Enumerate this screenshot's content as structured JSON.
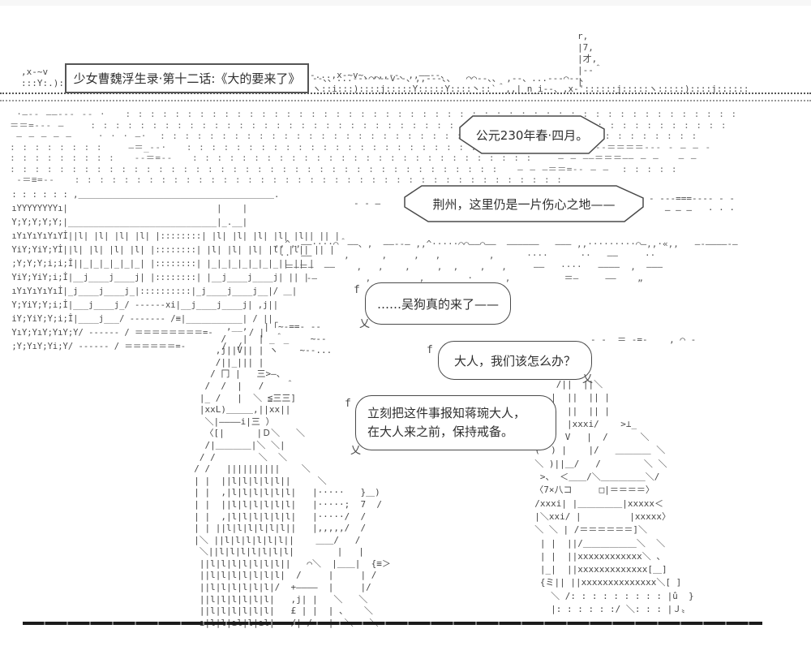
{
  "page": {
    "bg": "#ffffff",
    "ink": "#4a4a4a",
    "ink_dark": "#2f2f2f"
  },
  "title": {
    "text": "少女曹魏浮生录·第十二话:《大的要来了》"
  },
  "bubbles": {
    "date": "公元230年春·四月。",
    "jingzhou": "荆州，这里仍是一片伤心之地——",
    "wugou": "……吴狗真的来了——",
    "daren": "大人，我们该怎么办？",
    "order1": "立刻把这件事报知蒋琬大人，",
    "order2": "在大人来之前，保持戒备。",
    "tail_f": "f",
    "tail_yi": "乂"
  },
  "ascii": {
    "top_left": ",x-~v\n:::Y:.)::",
    "title_right": "-...,x-~v~、,,,--、,,——--、",
    "tower": "r,\n|7,\n|才,\n|--＾\n|",
    "cloud": "--、、...---⌒⌒--v--、,,---、、  ⌒⌒--、、 ,--、...---⌒--、\nヽ::i:::)::::j:::::Y:::::Y::::丶::`＾,,|_n_i--、,x-'::::::j:::::ヽ:::::)::::j::::::",
    "sky": "  ·—-- ——--- -- ·   : : : : : : : : : : : : : : : : : : : : : : : : : : : : : : : : : : : : : : : : : : : : : : : : : :\n ＝＝=--- —    : : : : : : : : : : : : : : : : : : : : : : : : : : : : : : : : : : : : : : : : : : : : : : : : : : : :\n  — — — — —    · · · —·  : : : : : : : : : : : : : : : : : : : : : : : : : : : : : : : : : : : : : : : : : : : :\n : : : : : : : :    —＝_--·   : : : : : : : : : : : : : : : : : : : : : : : : : : : : : :   - - --＝＝＝＝--- - — — -\n : : : : : : : : :   --＝=--   : : : : : : : : : : : : : : : : : : : : : : : : : : : :    — — ——＝＝＝—— — —   — —\n : : : : : : : : : : : : : : : : : : : : : : : : : : : : : : : : : : : : : : : :   – — –＝＝=-- – —  : : : : :\n  -＝≡=--   : : : : : : : : : : : : : : : : : : : : : : : : : : : : : : : : : : : : : : : :",
    "left_jz": "- - —",
    "scatter_jz": "- ---===---- - -\n   — — —   · · ·",
    "scatter_daren": "- -  ＝ -=-    , ⌒ -",
    "building": " : : : : : : ,＿＿＿＿＿＿＿＿＿＿＿＿＿＿＿＿＿＿＿＿＿＿＿.\n ıYYYYYYYYı|                             |    |\n Y;Y;Y;Y;Y;|_____________________________|_.__|\n ıYıYıYıYıYİ||l| |l| |l| |l| |::::::::| |l| |l| |l| |l| |l|| || |\n YiY;YiY;Yİ||l| |l| |l| |l| |::::::::| |l| |l| |l| |l| |l|| || |\n ;Y;Y;Y;i;i;İ||_|_|_|_|_|_| |::::::::| |_|_|_|_|_|_|_|| || |\n YiY;YiY;i;İ|__j____j____j| |::::::::| |__j____j____j| || |\n ıYıYıYıYıİ|_j____j____j_|::::::::::|_j____j____j__|/ ＿|\n Y;YiY;Y;i;İ|___j____j_/ ------xi|__j____j____j| ,j||\n iY;YiY;Y;i;İ|____j___/ ------- /≡|___________| / ||\n YıY;YıY;YıY;Y/ ------ / ＝＝＝＝＝＝＝＝=-       / |\n ;Y;YıY;Yi;Y/ ------ / ＝＝＝＝＝＝=-       /  /",
    "hills": ",,^,,——····⌒＾——、,  ——--— ,,^·····⌒⌒——⌒——  ——————   ——— ,,·········⌒—,,·«,,   —-————-—\n ··  ——      ,      ,     ,   ,         ,      ····      ··   ——     ··\n  ＝–＝—  ——    ,   ,    ,     ,  ,    ,   ,     ——   ····   ————  ,  ——–\n      -—         ,         ,        ·      ,          ＝–     ——    „",
    "figure_left": "        ,__,   |「~-==- --\n       /   |  | _＾_    ~--\n      ,j||V|| | ヽ    ~--...\n      /||_||| |\n     / 冂 |   三>—、\n    /  /  |   /    ＾\n   |_ /   |  ＼ ≦三三]\n   |xxL)＿＿＿,||xx||\n    ＼|————i|三 ）\n    〈[|      |Ｄ＼   ＼\n    /|＿＿＿＿|＼ ＼|\n   / /        ＼  ＼\n  / /   ||||||||||    ＼\n  | |  ||l|l|l|l|l||     ＼\n  | |  ,|l|l|l|l|l|l|   |·····   }＿)\n  | |  ||l|l|l|l|l|l|   |·····;  7  /\n  | |  ,|l|l|l|l|l|l|   |·····/  /\n  | | ||l|l|l|l|l|l||   |,,,,,/  /\n  |＼ ||l|l|l|l|l|l||    ＿＿/   /\n   ＼||l|l|l|l|l|l|l|        |   |\n   ||l|l|l|l|l|l|l||   ⌒＼  |＿＿|  {≡＞\n   ||l|l|l|l|l|l|l|  /     |     | /\n   ||l|l|l|l|l|l|/  +————  |     |/\n   ||l|l|l|l|l|l|   ,j| |   ＼   ＼\n   ||l|l|l|l|l|l|   £ | |  | 、   ＼\n   ı|l|l|ıl|l|ıl|   /| /   |  ＼   ＼",
    "figure_right": "      /||  ||＼\n     |  ||  || |\n     |  ||  || |\n    /|  |xxxi/    >⊥_\n   /＼  V   |  /      ＼\n  (  ) |    |/   ＿＿＿＿ ＼\n  ＼ )||＿/   /        ＼ ＼\n   >、 ＜＿＿/＼＿＿＿＿＿＼/\n  〈7×八コ     □|＝＝＝＝〉\n  /xxxi| |＿＿＿＿＿|xxxxx＜\n  |＼xxi/ |         |xxxxx〉\n  ＼ ＼ | /＝＝＝＝＝＝]＼\n   | |  ||/＿＿＿＿＿＿＼  ＼\n   | |  ||xxxxxxxxxxxx＼ 、\n   |_|  ||xxxxxxxxxxxxx[＿]\n   {ミ|| ||xxxxxxxxxxxxxx＼[ ]\n     ＼ /: : : : : : : : : |û  }\n     |: : : : : :/ ＼: : : |Ｊ〟"
  }
}
